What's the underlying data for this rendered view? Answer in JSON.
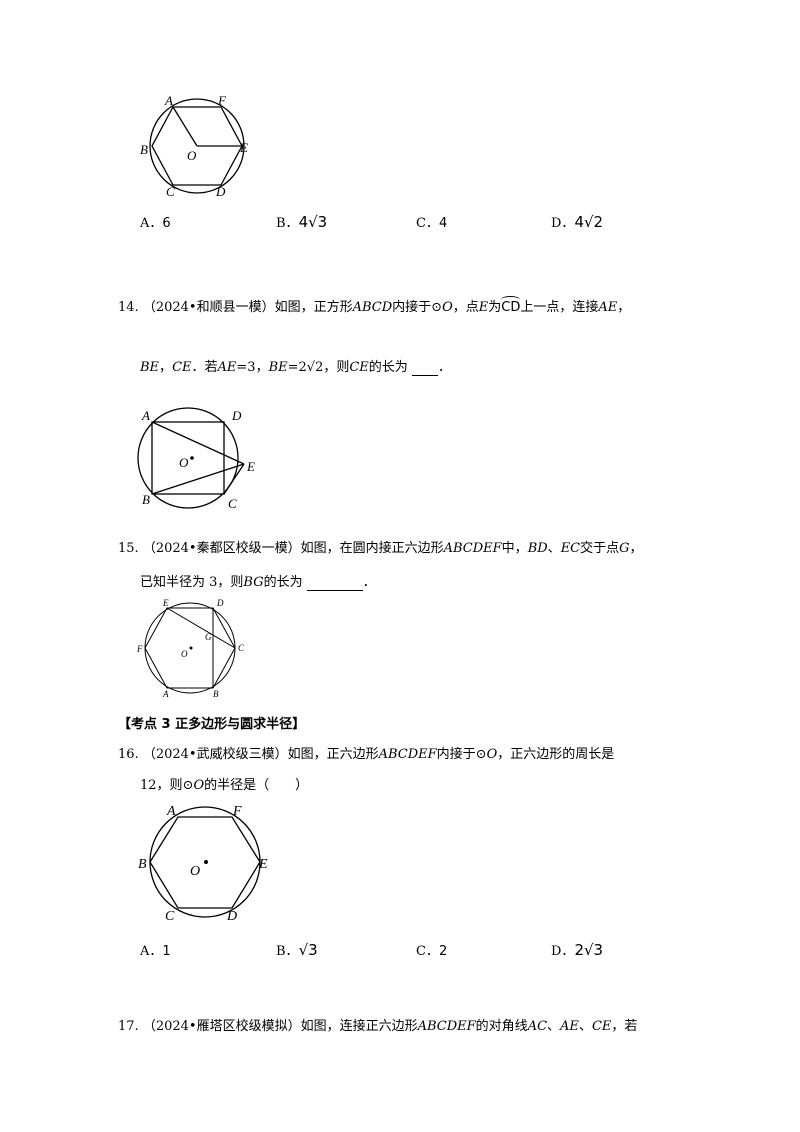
{
  "q13": {
    "figure": {
      "labels": [
        "A",
        "F",
        "B",
        "O",
        "E",
        "C",
        "D"
      ]
    },
    "options": [
      {
        "letter": "A．",
        "value": "6"
      },
      {
        "letter": "B．",
        "value": "4√3"
      },
      {
        "letter": "C．",
        "value": "4"
      },
      {
        "letter": "D．",
        "value": "4√2"
      }
    ]
  },
  "q14": {
    "number": "14.",
    "source": "（2024•和顺县一模）",
    "line1_a": "如图，正方形",
    "line1_shape": "ABCD",
    "line1_b": "内接于⊙",
    "line1_O": "O",
    "line1_c": "，点",
    "line1_E": "E",
    "line1_d": "为",
    "line1_arc": "CD",
    "line1_e": "上一点，连接",
    "line1_AE": "AE",
    "line1_f": "，",
    "line2_a": "BE",
    "line2_b": "，",
    "line2_c": "CE",
    "line2_d": "．若",
    "line2_e": "AE",
    "line2_f": "=3，",
    "line2_g": "BE",
    "line2_h": "=2√2，则",
    "line2_i": "CE",
    "line2_j": "的长为",
    "line2_end": "．",
    "figure": {
      "labels": [
        "A",
        "D",
        "O",
        "E",
        "B",
        "C"
      ]
    }
  },
  "q15": {
    "number": "15.",
    "source": "（2024•秦都区校级一模）",
    "line1_a": "如图，在圆内接正六边形",
    "line1_shape": "ABCDEF",
    "line1_b": "中，",
    "line1_BD": "BD",
    "line1_c": "、",
    "line1_EC": "EC",
    "line1_d": "交于点",
    "line1_G": "G",
    "line1_e": "，",
    "line2_a": "已知半径为 3，则",
    "line2_BG": "BG",
    "line2_b": "的长为",
    "line2_end": "．",
    "figure": {
      "labels": [
        "E",
        "D",
        "G",
        "F",
        "O",
        "C",
        "A",
        "B"
      ]
    }
  },
  "section": {
    "title": "【考点 3  正多边形与圆求半径】"
  },
  "q16": {
    "number": "16.",
    "source": "（2024•武威校级三模）",
    "line1_a": "如图，正六边形",
    "line1_shape": "ABCDEF",
    "line1_b": "内接于⊙",
    "line1_O": "O",
    "line1_c": "，正六边形的周长是",
    "line2_a": "12，则⊙",
    "line2_O": "O",
    "line2_b": "的半径是（　　）",
    "figure": {
      "labels": [
        "A",
        "F",
        "B",
        "O",
        "E",
        "C",
        "D"
      ]
    },
    "options": [
      {
        "letter": "A．",
        "value": "1"
      },
      {
        "letter": "B．",
        "value": "√3"
      },
      {
        "letter": "C．",
        "value": "2"
      },
      {
        "letter": "D．",
        "value": "2√3"
      }
    ]
  },
  "q17": {
    "number": "17.",
    "source": "（2024•雁塔区校级模拟）",
    "line1_a": "如图，连接正六边形",
    "line1_shape": "ABCDEF",
    "line1_b": "的对角线",
    "line1_AC": "AC",
    "line1_c": "、",
    "line1_AE": "AE",
    "line1_d": "、",
    "line1_CE": "CE",
    "line1_e": "，若"
  }
}
